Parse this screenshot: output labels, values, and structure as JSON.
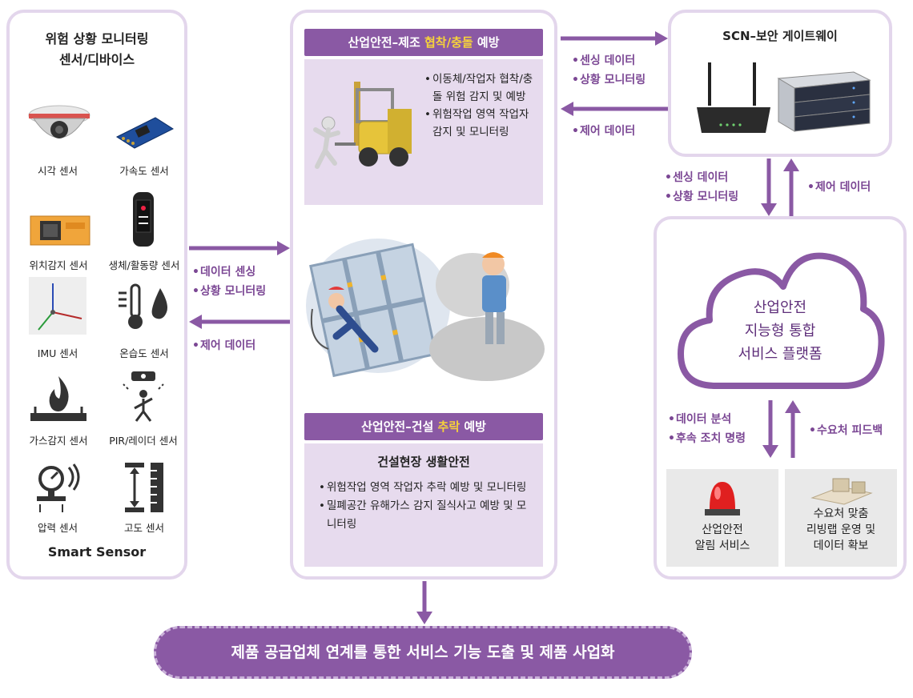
{
  "left": {
    "title_line1": "위험 상황 모니터링",
    "title_line2": "센서/디바이스",
    "sensors": [
      {
        "label": "시각 센서",
        "icon": "dome-camera-icon"
      },
      {
        "label": "가속도 센서",
        "icon": "accelerometer-board-icon"
      },
      {
        "label": "위치감지 센서",
        "icon": "position-chip-icon"
      },
      {
        "label": "생체/활동량 센서",
        "icon": "fitness-band-icon"
      },
      {
        "label": "IMU 센서",
        "icon": "imu-axes-icon"
      },
      {
        "label": "온습도 센서",
        "icon": "thermometer-humidity-icon"
      },
      {
        "label": "가스감지 센서",
        "icon": "gas-flame-icon"
      },
      {
        "label": "PIR/레이더 센서",
        "icon": "pir-radar-icon"
      },
      {
        "label": "압력 센서",
        "icon": "pressure-gauge-icon"
      },
      {
        "label": "고도 센서",
        "icon": "altitude-ruler-icon"
      }
    ],
    "footer": "Smart Sensor"
  },
  "left_arrows": {
    "to_center_1": "데이터 센싱",
    "to_center_2": "상황 모니터링",
    "from_center": "제어 데이터"
  },
  "center": {
    "box1_title_pre": "산업안전–제조 ",
    "box1_title_hl": "협착/충돌",
    "box1_title_post": " 예방",
    "box1_bullets": [
      "이동체/작업자 협착/충돌 위험 감지 및 예방",
      "위험작업 영역 작업자 감지 및 모니터링"
    ],
    "box2_title_pre": "산업안전–건설 ",
    "box2_title_hl": "추락",
    "box2_title_post": " 예방",
    "box2_heading": "건설현장 생활안전",
    "box2_bullets": [
      "위험작업 영역 작업자 추락 예방 및 모니터링",
      "밀폐공간 유해가스 감지 질식사고 예방 및 모니터링"
    ]
  },
  "top_arrows": {
    "to_gateway_1": "센싱 데이터",
    "to_gateway_2": "상황 모니터링",
    "from_gateway": "제어 데이터"
  },
  "gateway": {
    "title": "SCN–보안 게이트웨이"
  },
  "vertical_arrows": {
    "down_1": "센싱 데이터",
    "down_2": "상황 모니터링",
    "up": "제어 데이터"
  },
  "platform": {
    "line1": "산업안전",
    "line2": "지능형 통합",
    "line3": "서비스 플랫폼"
  },
  "lower_arrows": {
    "down_1": "데이터 분석",
    "down_2": "후속 조치 명령",
    "up": "수요처 피드백"
  },
  "services": {
    "alert_line1": "산업안전",
    "alert_line2": "알림 서비스",
    "demand_line1": "수요처 맞춤",
    "demand_line2": "리빙랩 운영 및",
    "demand_line3": "데이터 확보"
  },
  "bottom_banner": "제품 공급업체 연계를 통한 서비스 기능 도출 및 제품 사업화",
  "colors": {
    "accent": "#8a59a4",
    "panel_border": "#e3d6ec",
    "highlight": "#f6d23a",
    "bullet_text": "#7b4794"
  }
}
